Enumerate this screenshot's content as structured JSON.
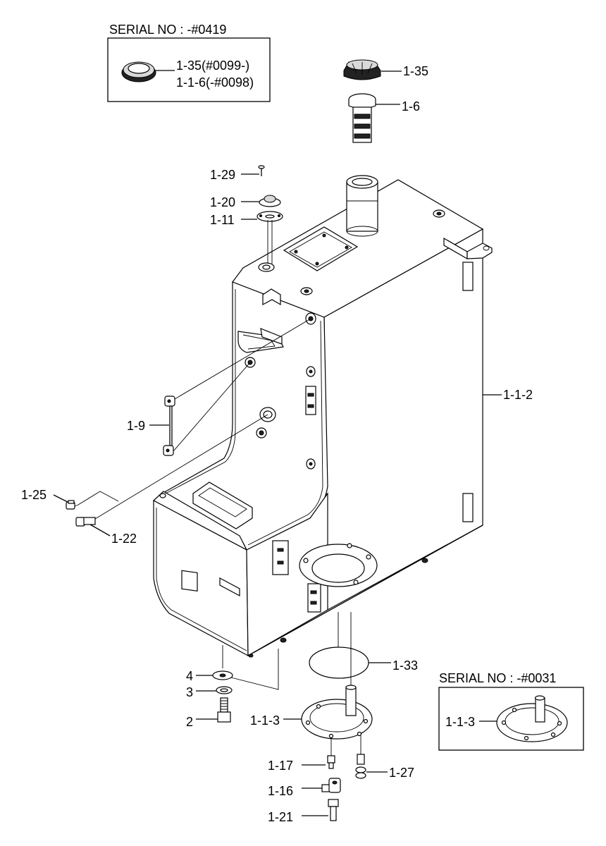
{
  "insets": {
    "top_left": {
      "title": "SERIAL NO : -#0419",
      "lines": [
        "1-35(#0099-)",
        "1-1-6(-#0098)"
      ]
    },
    "bottom_right": {
      "title": "SERIAL NO : -#0031",
      "label": "1-1-3"
    }
  },
  "callouts": {
    "cap": "1-35",
    "strainer": "1-6",
    "screw": "1-29",
    "gauge_cap": "1-20",
    "gasket": "1-11",
    "tank": "1-1-2",
    "level_gauge": "1-9",
    "plug": "1-25",
    "cock": "1-22",
    "packing": "1-33",
    "washer_4": "4",
    "washer_3": "3",
    "bolt_2": "2",
    "cover": "1-1-3",
    "bolt_17": "1-17",
    "bolt_27": "1-27",
    "elbow": "1-16",
    "plug_21": "1-21"
  }
}
